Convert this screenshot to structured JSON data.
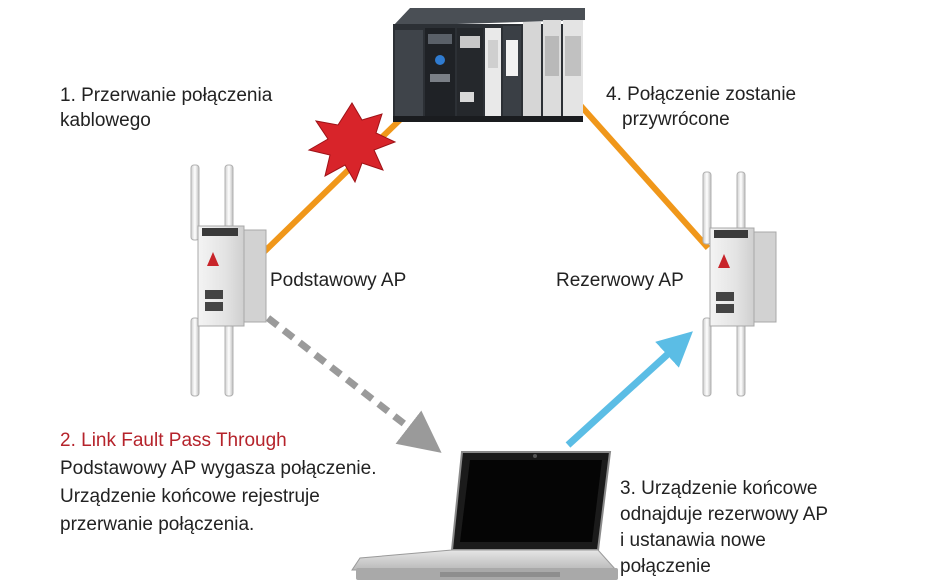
{
  "colors": {
    "orange_link": "#f0971a",
    "gray_dashed": "#9a9a9a",
    "blue_link": "#5bbde5",
    "burst_red": "#d8242a",
    "highlight_red": "#b5232b"
  },
  "labels": {
    "step1_line1": "1. Przerwanie połączenia",
    "step1_line2": "kablowego",
    "step4_line1": "4. Połączenie zostanie",
    "step4_line2": "przywrócone",
    "primary_ap": "Podstawowy AP",
    "backup_ap": "Rezerwowy AP",
    "step2_title": "2. Link Fault Pass Through",
    "step2_line1": "Podstawowy AP wygasza połączenie.",
    "step2_line2": "Urządzenie końcowe rejestruje",
    "step2_line3": "przerwanie połączenia.",
    "step3_line1": "3. Urządzenie końcowe",
    "step3_line2": "odnajduje rezerwowy AP",
    "step3_line3": "i ustanawia nowe",
    "step3_line4": "połączenie"
  },
  "icons": {
    "controller": "plc-rack-icon",
    "primary_ap": "wireless-access-point-icon",
    "backup_ap": "wireless-access-point-icon",
    "client": "laptop-icon",
    "fault": "explosion-burst-icon"
  }
}
